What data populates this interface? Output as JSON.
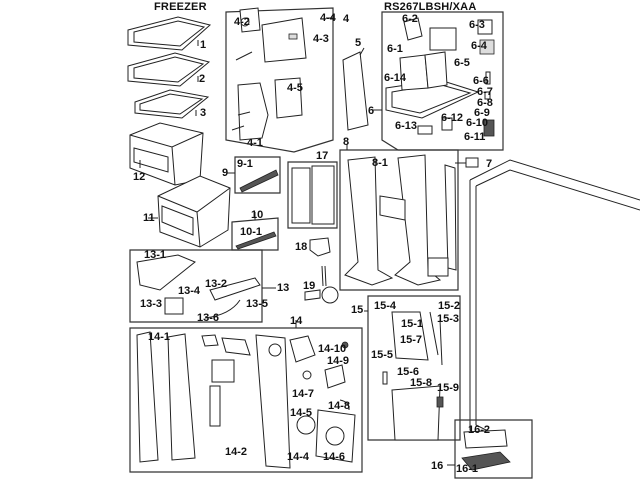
{
  "diagram": {
    "title_left": "FREEZER",
    "title_right": "RS267LBSH/XAA",
    "groups": [
      {
        "id": "freezer-shelves",
        "labels": [
          "1",
          "2",
          "3"
        ]
      },
      {
        "id": "ice-maker-assy",
        "main": "4",
        "labels": [
          "4-1",
          "4-2",
          "4-3",
          "4-4",
          "4-5"
        ]
      },
      {
        "id": "cover",
        "main": "5",
        "labels": [
          "5"
        ]
      },
      {
        "id": "dispenser-assy",
        "main": "6",
        "labels": [
          "6-1",
          "6-2",
          "6-3",
          "6-4",
          "6-5",
          "6-6",
          "6-7",
          "6-8",
          "6-9",
          "6-10",
          "6-11",
          "6-12",
          "6-13",
          "6-14"
        ]
      },
      {
        "id": "sensor",
        "main": "7",
        "labels": [
          "7"
        ]
      },
      {
        "id": "door-cover-assy",
        "main": "8",
        "labels": [
          "8-1"
        ]
      },
      {
        "id": "guard-9",
        "main": "9",
        "labels": [
          "9-1"
        ]
      },
      {
        "id": "guard-10",
        "main": "10",
        "labels": [
          "10-1"
        ]
      },
      {
        "id": "case-11",
        "main": "11",
        "labels": [
          "11"
        ]
      },
      {
        "id": "case-12",
        "main": "12",
        "labels": [
          "12"
        ]
      },
      {
        "id": "ice-tray-assy",
        "main": "13",
        "labels": [
          "13-1",
          "13-2",
          "13-3",
          "13-4",
          "13-5",
          "13-6"
        ]
      },
      {
        "id": "panel-assy",
        "main": "14",
        "labels": [
          "14-1",
          "14-2",
          "14-4",
          "14-5",
          "14-6",
          "14-7",
          "14-8",
          "14-9",
          "14-10"
        ]
      },
      {
        "id": "dispenser-lever-assy",
        "main": "15",
        "labels": [
          "15-1",
          "15-2",
          "15-3",
          "15-4",
          "15-5",
          "15-6",
          "15-7",
          "15-8",
          "15-9"
        ]
      },
      {
        "id": "heater-assy",
        "main": "16",
        "labels": [
          "16-1",
          "16-2"
        ]
      },
      {
        "id": "cover-17",
        "main": "17",
        "labels": [
          "17"
        ]
      },
      {
        "id": "holder-18",
        "main": "18",
        "labels": [
          "18"
        ]
      },
      {
        "id": "valve-19",
        "main": "19",
        "labels": [
          "19"
        ]
      }
    ]
  },
  "labels": {
    "l1": "1",
    "l2": "2",
    "l3": "3",
    "l4": "4",
    "l4_1": "4-1",
    "l4_2": "4-2",
    "l4_3": "4-3",
    "l4_4": "4-4",
    "l4_5": "4-5",
    "l5": "5",
    "l6": "6",
    "l6_1": "6-1",
    "l6_2": "6-2",
    "l6_3": "6-3",
    "l6_4": "6-4",
    "l6_5": "6-5",
    "l6_6": "6-6",
    "l6_7": "6-7",
    "l6_8": "6-8",
    "l6_9": "6-9",
    "l6_10": "6-10",
    "l6_11": "6-11",
    "l6_12": "6-12",
    "l6_13": "6-13",
    "l6_14": "6-14",
    "l7": "7",
    "l8": "8",
    "l8_1": "8-1",
    "l9": "9",
    "l9_1": "9-1",
    "l10": "10",
    "l10_1": "10-1",
    "l11": "11",
    "l12": "12",
    "l13": "13",
    "l13_1": "13-1",
    "l13_2": "13-2",
    "l13_3": "13-3",
    "l13_4": "13-4",
    "l13_5": "13-5",
    "l13_6": "13-6",
    "l14": "14",
    "l14_1": "14-1",
    "l14_2": "14-2",
    "l14_4": "14-4",
    "l14_5": "14-5",
    "l14_6": "14-6",
    "l14_7": "14-7",
    "l14_8": "14-8",
    "l14_9": "14-9",
    "l14_10": "14-10",
    "l15": "15",
    "l15_1": "15-1",
    "l15_2": "15-2",
    "l15_3": "15-3",
    "l15_4": "15-4",
    "l15_5": "15-5",
    "l15_6": "15-6",
    "l15_7": "15-7",
    "l15_8": "15-8",
    "l15_9": "15-9",
    "l16": "16",
    "l16_1": "16-1",
    "l16_2": "16-2",
    "l17": "17",
    "l18": "18",
    "l19": "19"
  }
}
